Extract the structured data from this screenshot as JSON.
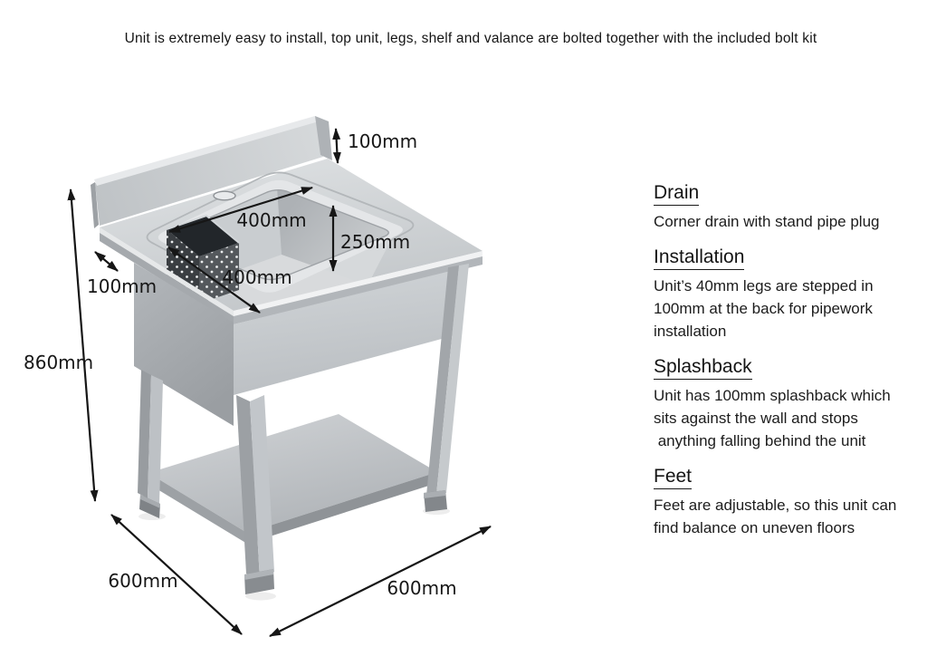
{
  "note": "Unit is extremely easy to install, top unit, legs, shelf and valance are bolted together with the included bolt kit",
  "diagram": {
    "dimensions": {
      "splashback_height": "100mm",
      "bowl_width_top": "400mm",
      "bowl_depth": "250mm",
      "bowl_width_front": "400mm",
      "back_step": "100mm",
      "unit_height": "860mm",
      "unit_depth": "600mm",
      "unit_width": "600mm"
    }
  },
  "panel": {
    "sections": [
      {
        "heading": "Drain",
        "lines": [
          "Corner drain with stand pipe plug"
        ]
      },
      {
        "heading": "Installation",
        "lines": [
          "Unit’s 40mm legs are stepped in",
          "100mm at the back for pipework",
          "installation"
        ]
      },
      {
        "heading": "Splashback",
        "lines": [
          "Unit has 100mm splashback which",
          "sits against the wall and stops",
          " anything falling behind the unit"
        ]
      },
      {
        "heading": "Feet",
        "lines": [
          "Feet are adjustable, so this unit can",
          "find balance on uneven floors"
        ]
      }
    ]
  },
  "colors": {
    "ink": "#1b1b1b",
    "steel_light": "#dcdfe1",
    "steel_mid": "#c3c7ca",
    "steel_dark": "#9da1a5",
    "basket_dark": "#2a2e32",
    "background": "#ffffff"
  }
}
